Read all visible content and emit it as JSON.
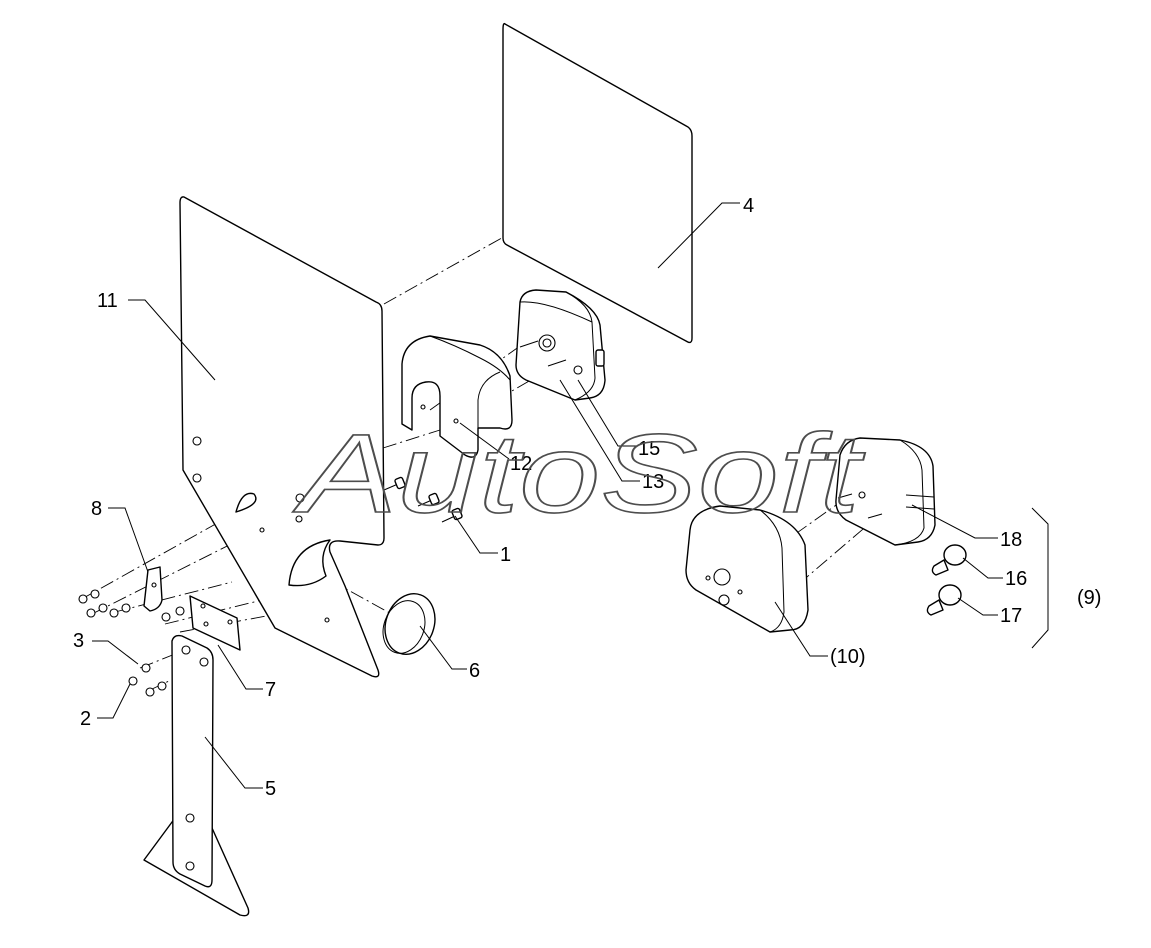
{
  "diagram": {
    "callouts": {
      "part_1": "1",
      "part_2": "2",
      "part_3": "3",
      "part_4": "4",
      "part_5": "5",
      "part_6": "6",
      "part_7": "7",
      "part_8": "8",
      "part_9": "(9)",
      "part_10": "(10)",
      "part_11": "11",
      "part_12": "12",
      "part_13": "13",
      "part_15": "15",
      "part_16": "16",
      "part_17": "17",
      "part_18": "18"
    },
    "watermark": "AutoSoft"
  },
  "colors": {
    "line": "#000000",
    "background": "#ffffff",
    "watermark_outline": "#4d4d4d"
  }
}
